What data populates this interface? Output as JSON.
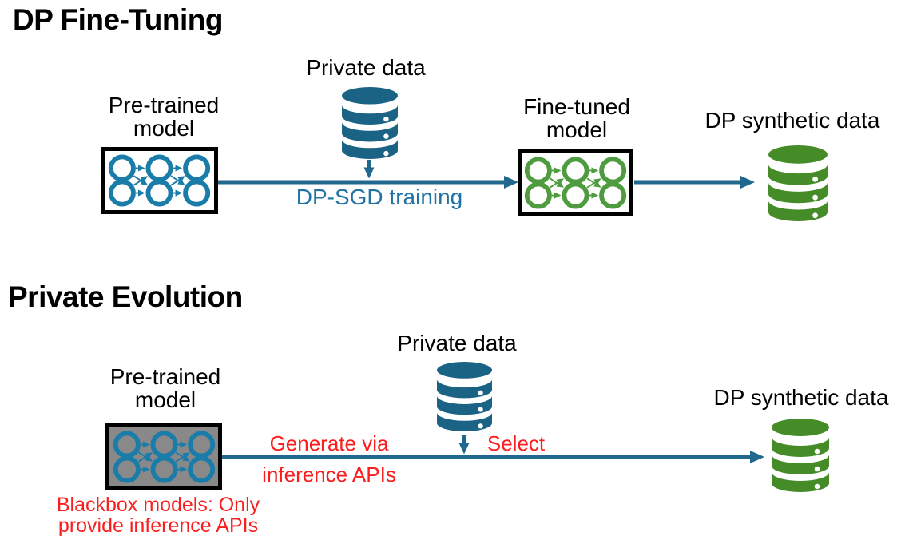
{
  "colors": {
    "bg": "#ffffff",
    "black": "#000000",
    "red": "#fa1e1e",
    "blue-db": "#1a6385",
    "blue-nn": "#1a7ca8",
    "arrow-blue": "#20688e",
    "text-blue": "#2074a4",
    "green-db": "#458c28",
    "green-nn": "#4f9c40",
    "gray-box": "#898989"
  },
  "icons": {
    "database": "database-icon (stacked cylinder, SVG shape)",
    "neural_network": "neural-network-icon (2x3 circles with arrows, SVG shape)",
    "flow_arrow": "arrow-right (SVG line with arrowhead)",
    "input_arrow": "arrow-down (SVG line with arrowhead)"
  },
  "section1": {
    "title": "DP Fine-Tuning",
    "pretrained_label": {
      "line1": "Pre-trained",
      "line2": "model"
    },
    "private_data_label": "Private data",
    "arrow_label": "DP-SGD training",
    "finetuned_label": {
      "line1": "Fine-tuned",
      "line2": "model"
    },
    "synthetic_label": "DP synthetic data"
  },
  "section2": {
    "title": "Private Evolution",
    "pretrained_label": {
      "line1": "Pre-trained",
      "line2": "model"
    },
    "private_data_label": "Private data",
    "generate_label": {
      "line1": "Generate via",
      "line2": "inference APIs"
    },
    "select_label": "Select",
    "synthetic_label": "DP synthetic data",
    "blackbox_note": {
      "line1": "Blackbox models: Only",
      "line2": "provide inference APIs"
    }
  }
}
